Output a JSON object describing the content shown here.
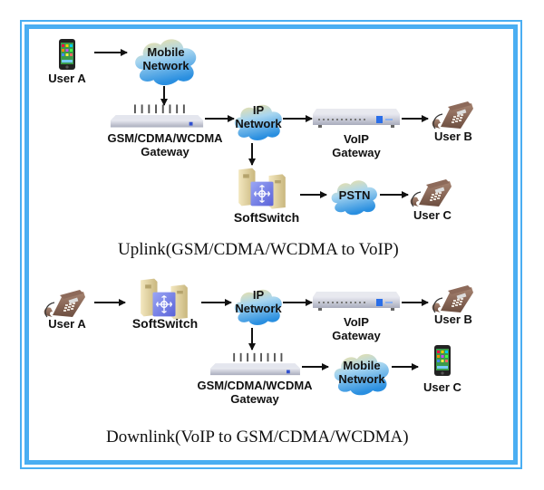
{
  "colors": {
    "frame": "#4aaef2",
    "cloud_top": "#f5dc8c",
    "cloud_bottom": "#2f9be8",
    "arrow": "#111111"
  },
  "uplink": {
    "caption": "Uplink(GSM/CDMA/WCDMA to VoIP)",
    "user_a": {
      "label": "User A",
      "icon": "mobile-phone-icon"
    },
    "mobile_network": {
      "line1": "Mobile",
      "line2": "Network",
      "icon": "cloud-icon"
    },
    "gsm_gateway": {
      "line1": "GSM/CDMA/WCDMA",
      "line2": "Gateway",
      "icon": "gateway-device-icon"
    },
    "ip_network": {
      "line1": "IP",
      "line2": "Network",
      "icon": "cloud-icon"
    },
    "voip_gateway": {
      "line1": "VoIP",
      "line2": "Gateway",
      "icon": "voip-gateway-icon"
    },
    "user_b": {
      "label": "User B",
      "icon": "desk-phone-icon"
    },
    "softswitch": {
      "label": "SoftSwitch",
      "icon": "softswitch-server-icon"
    },
    "pstn": {
      "label": "PSTN",
      "icon": "cloud-icon"
    },
    "user_c": {
      "label": "User C",
      "icon": "desk-phone-icon"
    }
  },
  "downlink": {
    "caption": "Downlink(VoIP to GSM/CDMA/WCDMA)",
    "user_a": {
      "label": "User A",
      "icon": "desk-phone-icon"
    },
    "softswitch": {
      "label": "SoftSwitch",
      "icon": "softswitch-server-icon"
    },
    "ip_network": {
      "line1": "IP",
      "line2": "Network",
      "icon": "cloud-icon"
    },
    "voip_gateway": {
      "line1": "VoIP",
      "line2": "Gateway",
      "icon": "voip-gateway-icon"
    },
    "user_b": {
      "label": "User B",
      "icon": "desk-phone-icon"
    },
    "gsm_gateway": {
      "line1": "GSM/CDMA/WCDMA",
      "line2": "Gateway",
      "icon": "gateway-device-icon"
    },
    "mobile_network": {
      "line1": "Mobile",
      "line2": "Network",
      "icon": "cloud-icon"
    },
    "user_c": {
      "label": "User C",
      "icon": "mobile-phone-icon"
    }
  }
}
